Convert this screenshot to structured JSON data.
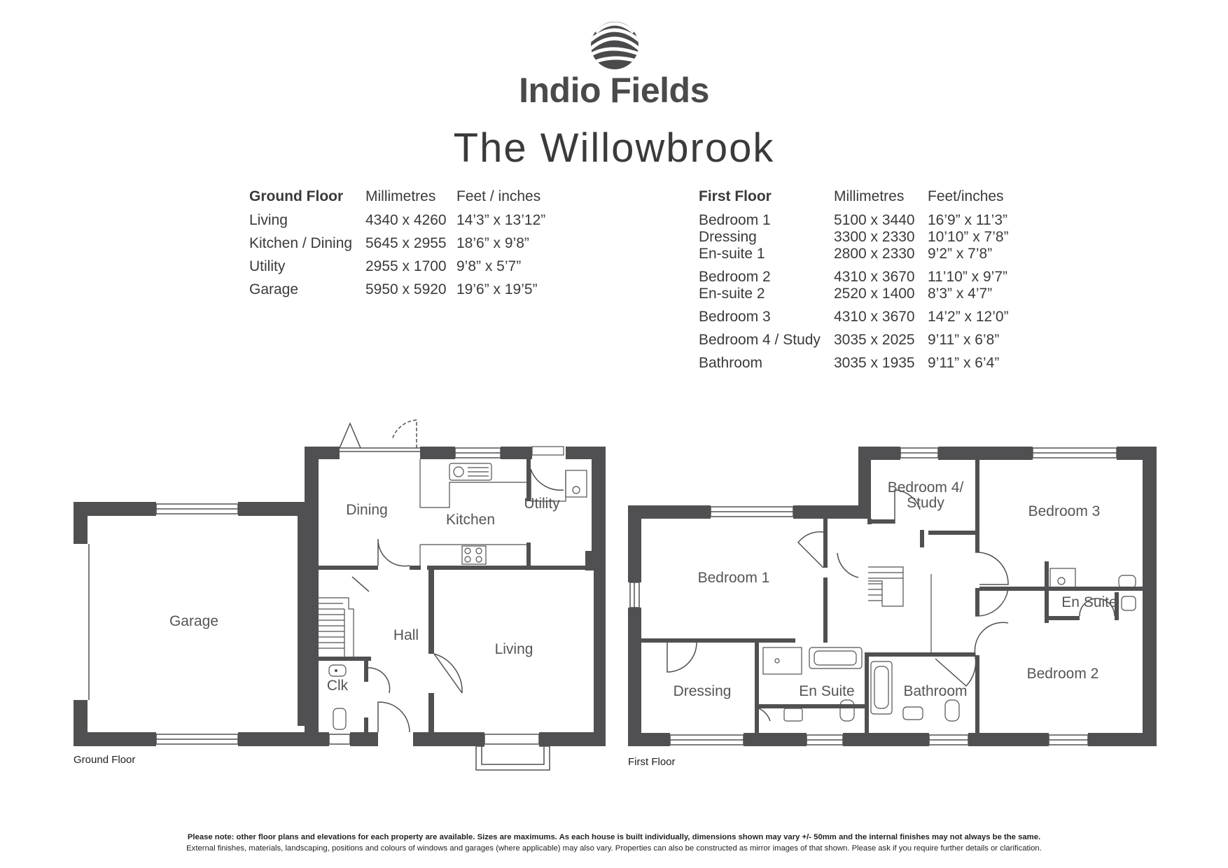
{
  "brand": {
    "name": "Indio Fields",
    "house_name": "The Willowbrook",
    "logo_icon": "rolling-fields-logo-icon",
    "wall_color": "#505053"
  },
  "ground_floor_table": {
    "heading": "Ground Floor",
    "col_mm": "Millimetres",
    "col_ft": "Feet / inches",
    "rows": [
      {
        "room": "Living",
        "mm": "4340 x 4260",
        "ft": "14’3” x 13’12”"
      },
      {
        "room": "Kitchen / Dining",
        "mm": "5645 x 2955",
        "ft": "18’6” x 9’8”"
      },
      {
        "room": "Utility",
        "mm": "2955 x 1700",
        "ft": "9’8” x 5’7”"
      },
      {
        "room": "Garage",
        "mm": "5950 x 5920",
        "ft": "19’6” x 19’5”"
      }
    ]
  },
  "first_floor_table": {
    "heading": "First Floor",
    "col_mm": "Millimetres",
    "col_ft": "Feet/inches",
    "rows": [
      {
        "room": "Bedroom 1",
        "mm": "5100 x 3440",
        "ft": "16’9” x 11’3”"
      },
      {
        "room": "Dressing",
        "mm": "3300 x 2330",
        "ft": "10’10” x 7’8”"
      },
      {
        "room": "En-suite 1",
        "mm": "2800 x 2330",
        "ft": "9’2” x 7’8”"
      },
      {
        "room": "Bedroom 2",
        "mm": "4310 x 3670",
        "ft": "11’10” x 9’7”"
      },
      {
        "room": "En-suite 2",
        "mm": "2520 x 1400",
        "ft": "8’3” x 4’7”"
      },
      {
        "room": "Bedroom 3",
        "mm": "4310 x 3670",
        "ft": "14’2” x 12’0”"
      },
      {
        "room": "Bedroom 4 / Study",
        "mm": "3035 x 2025",
        "ft": "9’11” x 6’8”"
      },
      {
        "room": "Bathroom",
        "mm": "3035 x 1935",
        "ft": "9’11” x 6’4”"
      }
    ]
  },
  "ground_floor_plan": {
    "label": "Ground Floor",
    "rooms": {
      "garage": "Garage",
      "dining": "Dining",
      "kitchen": "Kitchen",
      "utility": "Utility",
      "hall": "Hall",
      "living": "Living",
      "clk": "Clk"
    }
  },
  "first_floor_plan": {
    "label": "First Floor",
    "rooms": {
      "bedroom1": "Bedroom 1",
      "bedroom4_line1": "Bedroom 4/",
      "bedroom4_line2": "Study",
      "bedroom3": "Bedroom 3",
      "ensuite2": "En Suite",
      "dressing": "Dressing",
      "ensuite1": "En Suite",
      "bathroom": "Bathroom",
      "bedroom2": "Bedroom 2"
    }
  },
  "disclaimer": {
    "line1": "Please note: other floor plans and elevations for each property are available. Sizes are maximums. As each house is built individually, dimensions shown may vary +/- 50mm and the internal finishes may not always be the same.",
    "line2": "External finishes, materials, landscaping, positions and colours of windows and garages (where applicable) may also vary. Properties can also be constructed as mirror images of that shown. Please ask if you require further details or clarification."
  }
}
